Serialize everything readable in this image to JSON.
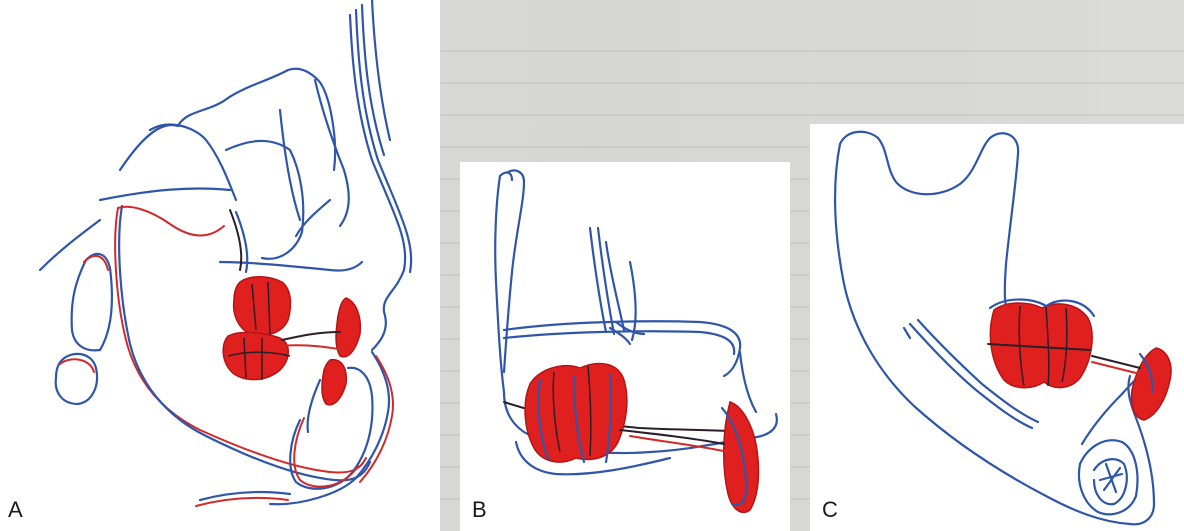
{
  "figure": {
    "panels": [
      {
        "id": "A",
        "label": "A"
      },
      {
        "id": "B",
        "label": "B"
      },
      {
        "id": "C",
        "label": "C"
      }
    ],
    "colors": {
      "tracing_blue": "#2f56a8",
      "tracing_red": "#d22a2a",
      "teeth_fill": "#e01f1f",
      "background": "#d9d9d7"
    }
  }
}
